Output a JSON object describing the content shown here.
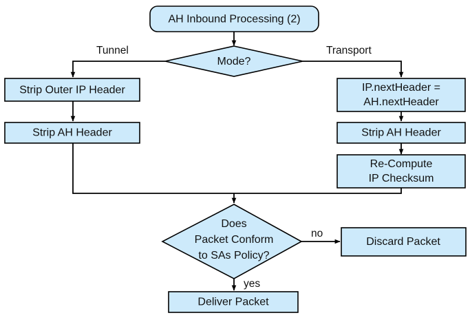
{
  "diagram": {
    "title": "AH Inbound Processing (2)",
    "background_color": "#ffffff",
    "node_fill_color": "#cdeafb",
    "node_stroke_color": "#000000",
    "text_color": "#111111"
  },
  "nodes": {
    "start": {
      "label": "AH Inbound Processing (2)",
      "shape": "rounded-rectangle"
    },
    "mode_decision": {
      "label": "Mode?",
      "shape": "diamond"
    },
    "strip_outer_ip_header": {
      "label": "Strip Outer IP Header",
      "shape": "rectangle"
    },
    "strip_ah_header_tunnel": {
      "label": "Strip AH Header",
      "shape": "rectangle"
    },
    "next_header": {
      "line1": "IP.nextHeader =",
      "line2": "AH.nextHeader",
      "shape": "rectangle"
    },
    "strip_ah_header_transport": {
      "label": "Strip AH Header",
      "shape": "rectangle"
    },
    "recompute_checksum": {
      "line1": "Re-Compute",
      "line2": "IP Checksum",
      "shape": "rectangle"
    },
    "policy_decision": {
      "line1": "Does",
      "line2": "Packet Conform",
      "line3": "to SAs Policy?",
      "shape": "diamond"
    },
    "discard_packet": {
      "label": "Discard Packet",
      "shape": "rectangle"
    },
    "deliver_packet": {
      "label": "Deliver Packet",
      "shape": "rectangle"
    }
  },
  "edge_labels": {
    "tunnel": "Tunnel",
    "transport": "Transport",
    "no": "no",
    "yes": "yes"
  }
}
